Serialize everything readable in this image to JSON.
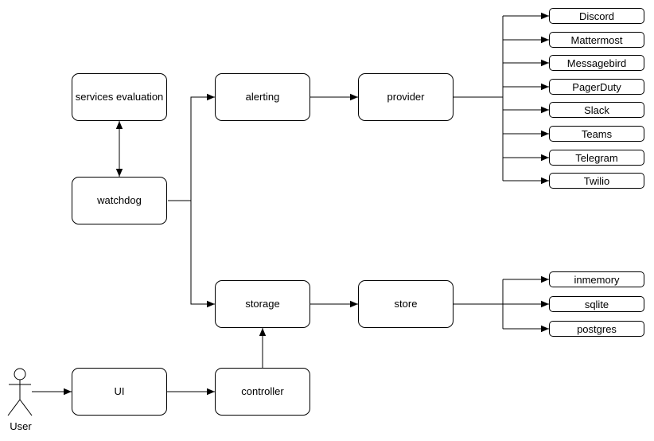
{
  "palette": {
    "background": "#ffffff",
    "node_fill": "#ffffff",
    "node_stroke": "#000000",
    "text": "#000000"
  },
  "diagram": {
    "nodes": {
      "services_evaluation": "services evaluation",
      "watchdog": "watchdog",
      "alerting": "alerting",
      "provider": "provider",
      "storage": "storage",
      "store": "store",
      "ui": "UI",
      "controller": "controller"
    },
    "provider_types": [
      "Discord",
      "Mattermost",
      "Messagebird",
      "PagerDuty",
      "Slack",
      "Teams",
      "Telegram",
      "Twilio"
    ],
    "store_types": [
      "inmemory",
      "sqlite",
      "postgres"
    ],
    "actor": "User",
    "edges": [
      {
        "from": "watchdog",
        "to": "services evaluation",
        "direction": "both"
      },
      {
        "from": "watchdog",
        "to": "alerting",
        "direction": "forward"
      },
      {
        "from": "watchdog",
        "to": "storage",
        "direction": "forward"
      },
      {
        "from": "alerting",
        "to": "provider",
        "direction": "forward"
      },
      {
        "from": "provider",
        "to": "Discord",
        "direction": "forward"
      },
      {
        "from": "provider",
        "to": "Mattermost",
        "direction": "forward"
      },
      {
        "from": "provider",
        "to": "Messagebird",
        "direction": "forward"
      },
      {
        "from": "provider",
        "to": "PagerDuty",
        "direction": "forward"
      },
      {
        "from": "provider",
        "to": "Slack",
        "direction": "forward"
      },
      {
        "from": "provider",
        "to": "Teams",
        "direction": "forward"
      },
      {
        "from": "provider",
        "to": "Telegram",
        "direction": "forward"
      },
      {
        "from": "provider",
        "to": "Twilio",
        "direction": "forward"
      },
      {
        "from": "storage",
        "to": "store",
        "direction": "forward"
      },
      {
        "from": "store",
        "to": "inmemory",
        "direction": "forward"
      },
      {
        "from": "store",
        "to": "sqlite",
        "direction": "forward"
      },
      {
        "from": "store",
        "to": "postgres",
        "direction": "forward"
      },
      {
        "from": "controller",
        "to": "storage",
        "direction": "forward"
      },
      {
        "from": "UI",
        "to": "controller",
        "direction": "forward"
      },
      {
        "from": "User",
        "to": "UI",
        "direction": "forward"
      }
    ]
  }
}
